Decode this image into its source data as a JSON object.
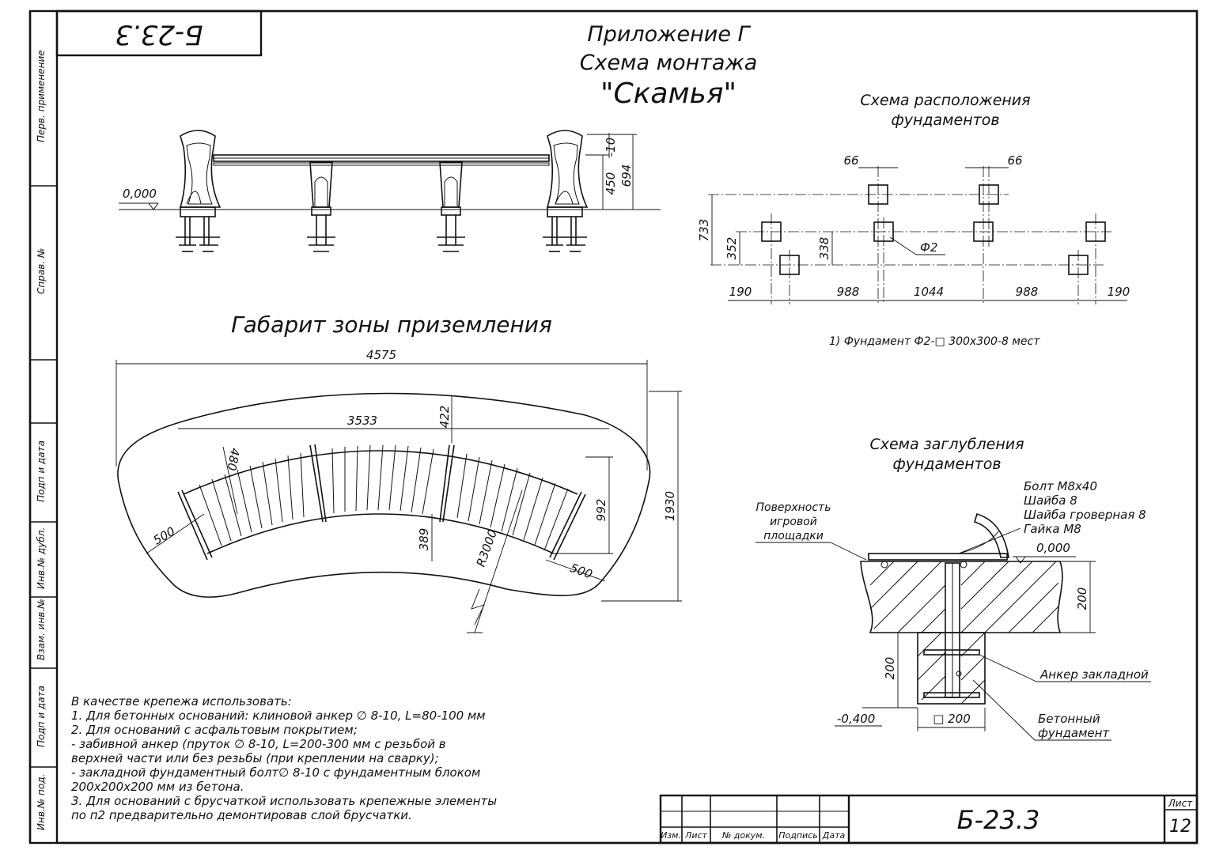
{
  "stamp_code_rotated": "Б-23.3",
  "heading": {
    "line1": "Приложение Г",
    "line2": "Схема монтажа",
    "line3": "\"Скамья\""
  },
  "left_margin": {
    "perv_primenenie": "Перв. применение",
    "sprav_no": "Справ. №",
    "podp_i_data_1": "Подп и дата",
    "inv_no_dubl": "Инв.№ дубл.",
    "vzam_inv_no": "Взам. инв.№",
    "podp_i_data_2": "Подп и дата",
    "inv_no_pod": "Инв.№ под."
  },
  "bench_elevation": {
    "level": "0,000",
    "dim_450": "450",
    "dim_694": "694",
    "dim_10": "-10"
  },
  "foundation_layout": {
    "title1": "Схема расположения",
    "title2": "фундаментов",
    "dim_66_left": "66",
    "dim_66_right": "66",
    "dim_733": "733",
    "dim_352": "352",
    "dim_338": "338",
    "mark_f2": "Ф2",
    "dim_190_left": "190",
    "dim_988_left": "988",
    "dim_1044": "1044",
    "dim_988_right": "988",
    "dim_190_right": "190",
    "note": "1) Фундамент Ф2-□ 300х300-8 мест"
  },
  "landing_zone": {
    "title": "Габарит зоны приземления",
    "dim_4575": "4575",
    "dim_3533": "3533",
    "dim_422": "422",
    "dim_480": "480",
    "dim_992": "992",
    "dim_1930": "1930",
    "dim_500_left": "500",
    "dim_500_right": "500",
    "dim_389": "389",
    "radius": "R3000"
  },
  "depth_scheme": {
    "title1": "Схема заглубления",
    "title2": "фундаментов",
    "surface1": "Поверхность",
    "surface2": "игровой",
    "surface3": "площадки",
    "hw1": "Болт М8х40",
    "hw2": "Шайба 8",
    "hw3": "Шайба гроверная 8",
    "hw4": "Гайка М8",
    "level_top": "0,000",
    "dim_200_right": "200",
    "dim_200_left": "200",
    "level_bottom": "-0,400",
    "dim_200_bottom": "□ 200",
    "anchor": "Анкер закладной",
    "concrete1": "Бетонный",
    "concrete2": "фундамент"
  },
  "notes": {
    "l1": "В качестве крепежа использовать:",
    "l2": "1.    Для бетонных оснований: клиновой анкер ∅ 8-10, L=80-100 мм",
    "l3": "2.    Для оснований с асфальтовым покрытием;",
    "l4": "     - забивной анкер (пруток ∅ 8-10, L=200-300 мм с резьбой в",
    "l5": "     верхней части или без резьбы (при креплении на сварку);",
    "l6": "     - закладной фундаментный болт∅ 8-10 с фундаментным блоком",
    "l7": "     200х200х200 мм из бетона.",
    "l8": "3.    Для оснований с брусчаткой использовать крепежные элементы",
    "l9": "по п2 предварительно демонтировав слой брусчатки."
  },
  "title_block": {
    "izm": "Изм.",
    "list": "Лист",
    "no_dokum": "№ докум.",
    "podpis": "Подпись",
    "data": "Дата",
    "code": "Б-23.3",
    "list_label": "Лист",
    "sheet_no": "12"
  }
}
